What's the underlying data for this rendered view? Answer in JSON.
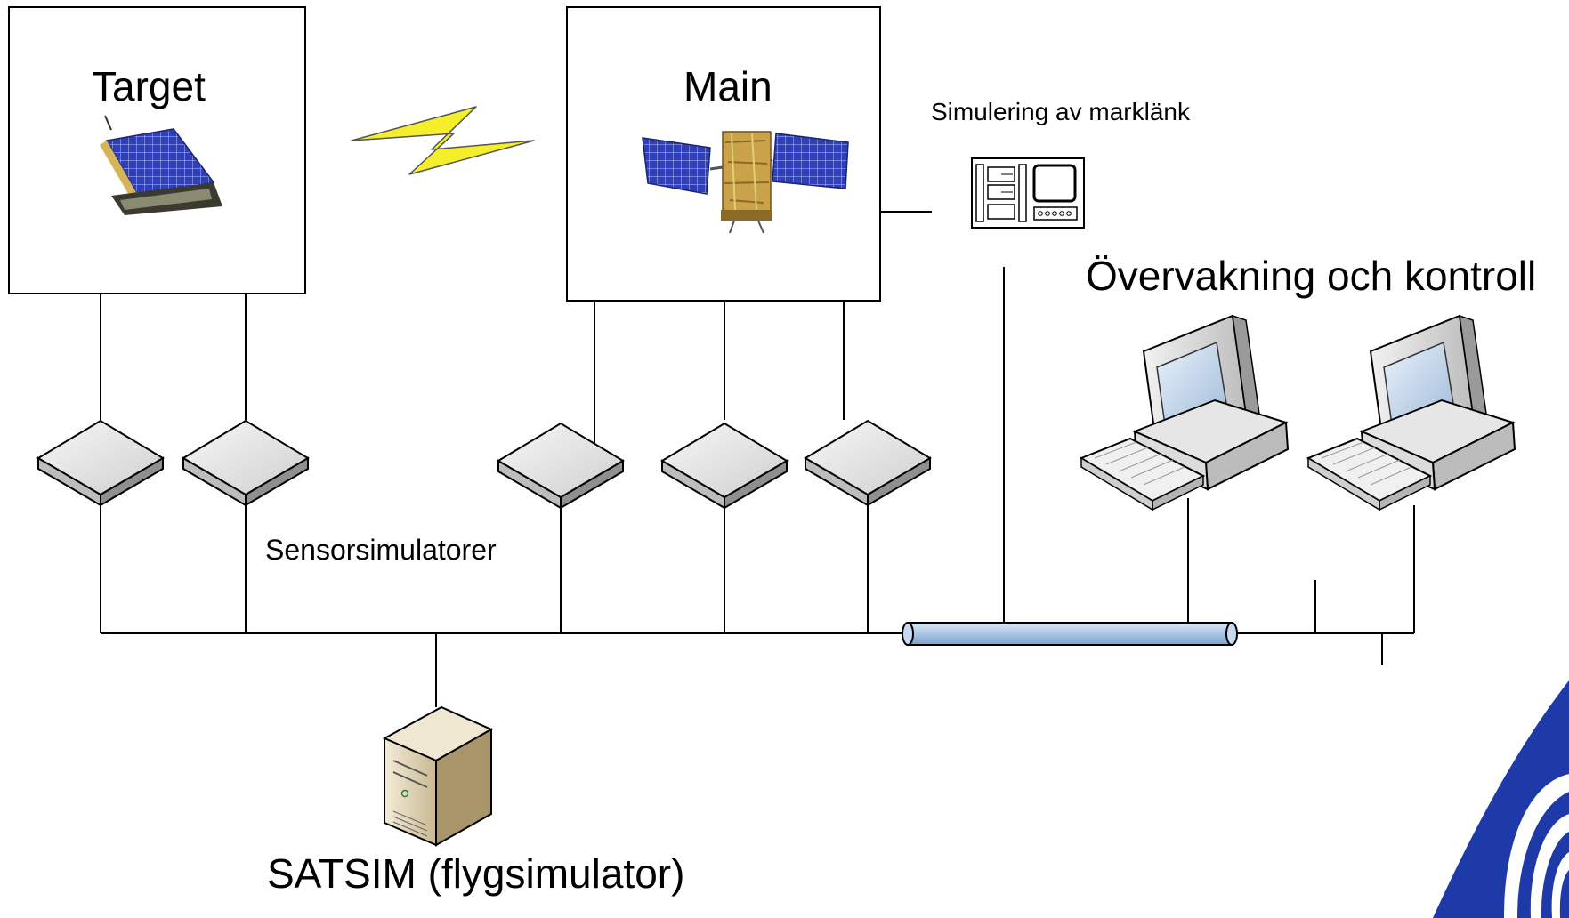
{
  "labels": {
    "target": "Target",
    "main": "Main",
    "ground_link": "Simulering av marklänk",
    "monitoring": "Övervakning och kontroll",
    "sensors": "Sensorsimulatorer",
    "satsim": "SATSIM (flygsimulator)"
  },
  "icons": [
    "satellite-icon",
    "radio-link-icon",
    "ground-station-icon",
    "sensor-simulator-icon",
    "workstation-icon",
    "server-icon",
    "network-bus-icon"
  ],
  "colors": {
    "line": "#000000",
    "link_bolt": "#f5ee2a",
    "bus_cable": "#a9c6e8",
    "solar_panel": "#2f3fb8",
    "satellite_body": "#c9a24a",
    "logo_blue": "#1d3aa8"
  }
}
